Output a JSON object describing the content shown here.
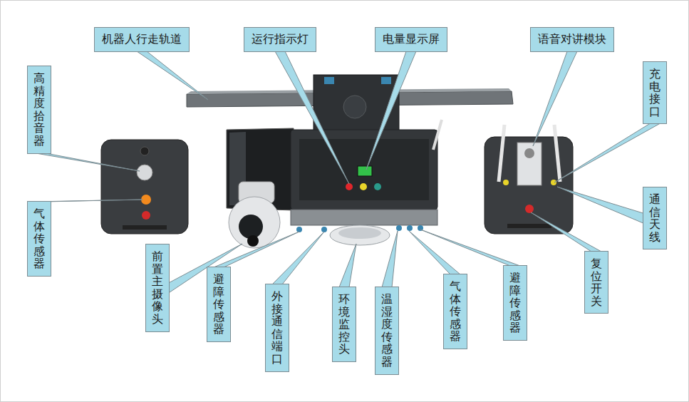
{
  "diagram": {
    "nodes": [
      {
        "text": [
          "机器人行走轨道"
        ]
      },
      {
        "text": [
          "运行指示灯"
        ]
      },
      {
        "text": [
          "电量显示屏"
        ]
      },
      {
        "text": [
          "语音对讲模块"
        ]
      },
      {
        "text": [
          "高精度拾音器"
        ]
      },
      {
        "text": [
          "充电接口"
        ]
      },
      {
        "text": [
          "气体传感器"
        ]
      },
      {
        "text": [
          "通信天线"
        ]
      },
      {
        "text": [
          "前置主摄像头"
        ]
      },
      {
        "text": [
          "避障传感器"
        ]
      },
      {
        "text": [
          "外接通信端口"
        ]
      },
      {
        "text": [
          "环境监控头"
        ]
      },
      {
        "text": [
          "温湿度传感器"
        ]
      },
      {
        "text": [
          "气体传感器"
        ]
      },
      {
        "text": [
          "避障传感器"
        ]
      },
      {
        "text": [
          "复位开关"
        ]
      }
    ]
  }
}
